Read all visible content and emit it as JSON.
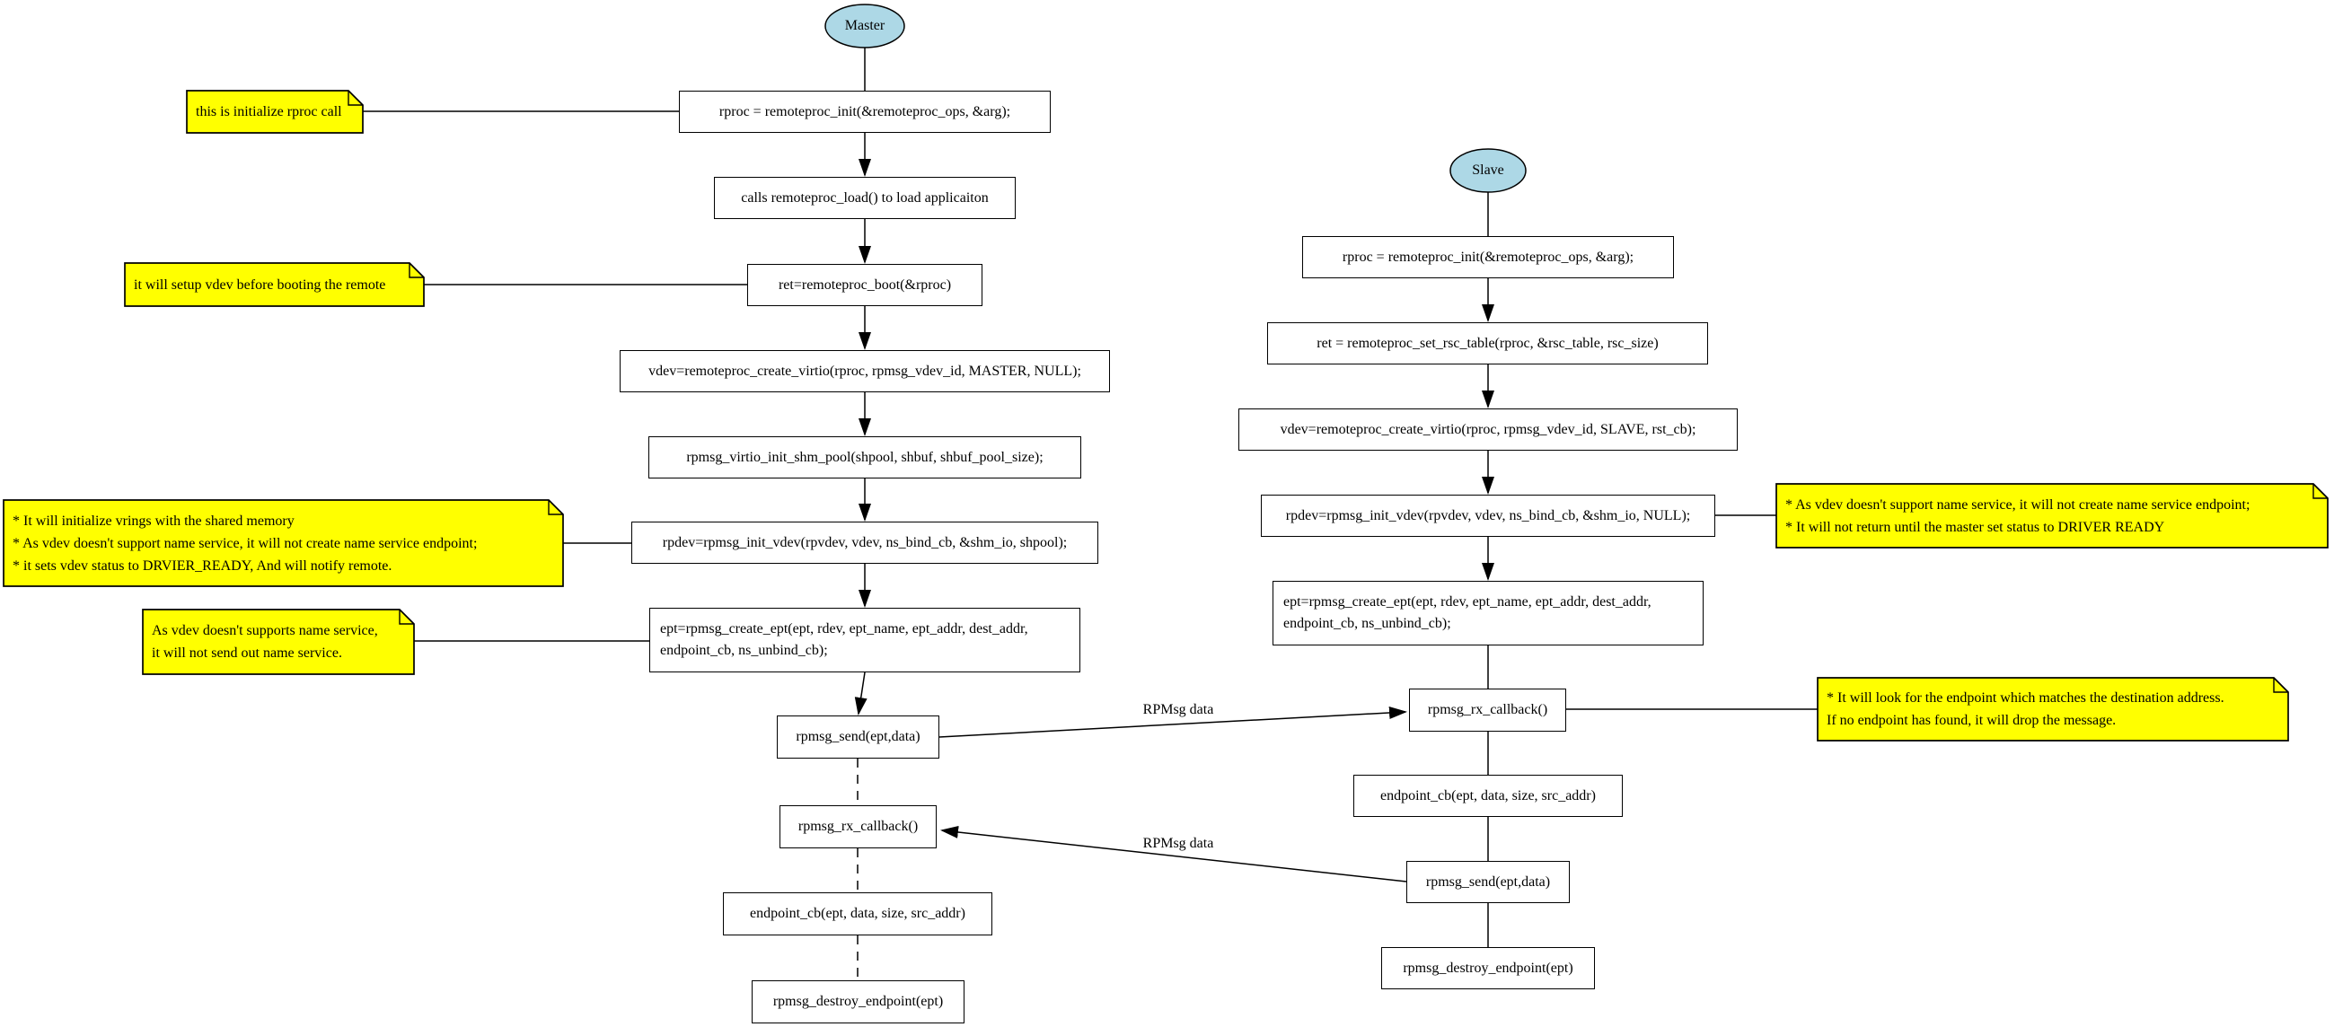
{
  "diagram": {
    "master": {
      "title": "Master",
      "steps": {
        "init": "rproc = remoteproc_init(&remoteproc_ops, &arg);",
        "load": "calls remoteproc_load() to load applicaiton",
        "boot": "ret=remoteproc_boot(&rproc)",
        "create_virtio": "vdev=remoteproc_create_virtio(rproc, rpmsg_vdev_id, MASTER, NULL);",
        "init_shm_pool": "rpmsg_virtio_init_shm_pool(shpool, shbuf, shbuf_pool_size);",
        "init_vdev": "rpdev=rpmsg_init_vdev(rpvdev, vdev, ns_bind_cb, &shm_io, shpool);",
        "create_ept": "ept=rpmsg_create_ept(ept, rdev, ept_name, ept_addr, dest_addr,\nendpoint_cb, ns_unbind_cb);",
        "send": "rpmsg_send(ept,data)",
        "rx_callback": "rpmsg_rx_callback()",
        "endpoint_cb": "endpoint_cb(ept, data, size, src_addr)",
        "destroy": "rpmsg_destroy_endpoint(ept)"
      },
      "notes": {
        "init_note": "this is initialize rproc call",
        "boot_note": "it will setup vdev before booting the remote",
        "init_vdev_note": "* It will initialize vrings with the shared memory\n* As vdev doesn't support name service, it will not create name service endpoint;\n* it sets vdev status to DRVIER_READY, And will notify remote.",
        "create_ept_note": "As vdev doesn't supports name service,\nit will not send out name service."
      }
    },
    "slave": {
      "title": "Slave",
      "steps": {
        "init": "rproc = remoteproc_init(&remoteproc_ops, &arg);",
        "set_rsc_table": "ret = remoteproc_set_rsc_table(rproc, &rsc_table, rsc_size)",
        "create_virtio": "vdev=remoteproc_create_virtio(rproc, rpmsg_vdev_id, SLAVE, rst_cb);",
        "init_vdev": "rpdev=rpmsg_init_vdev(rpvdev, vdev, ns_bind_cb, &shm_io, NULL);",
        "create_ept": "ept=rpmsg_create_ept(ept, rdev, ept_name, ept_addr, dest_addr,\nendpoint_cb, ns_unbind_cb);",
        "rx_callback": "rpmsg_rx_callback()",
        "endpoint_cb": "endpoint_cb(ept, data, size, src_addr)",
        "send": "rpmsg_send(ept,data)",
        "destroy": "rpmsg_destroy_endpoint(ept)"
      },
      "notes": {
        "init_vdev_note": "* As vdev doesn't support name service, it will not create name service endpoint;\n* It will not return until the master set status to DRIVER READY",
        "rx_callback_note": "* It will look for the endpoint which matches the destination address.\nIf no endpoint has found, it will drop the message."
      }
    },
    "edge_labels": {
      "master_to_slave": "RPMsg data",
      "slave_to_master": "RPMsg data"
    },
    "colors": {
      "terminator_fill": "#add8e6",
      "note_fill": "#ffff00",
      "process_fill": "#ffffff",
      "stroke": "#000000"
    }
  }
}
